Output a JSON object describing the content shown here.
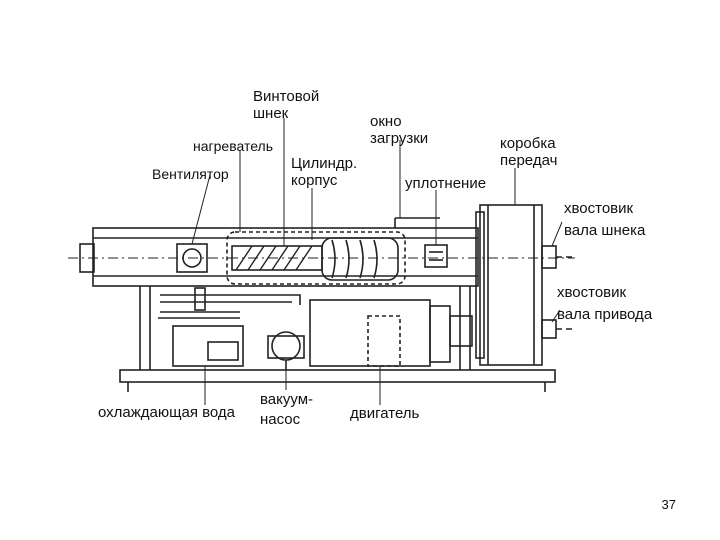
{
  "labels": {
    "screw": [
      "Винтовой",
      "шнек"
    ],
    "heater": "нагреватель",
    "window": [
      "окно",
      "загрузки"
    ],
    "gearbox": [
      "коробка",
      "передач"
    ],
    "fan": "Вентилятор",
    "cylinder": [
      "Цилиндр.",
      "корпус"
    ],
    "seal": "уплотнение",
    "screw_shank": [
      "хвостовик",
      "вала шнека"
    ],
    "drive_shank": [
      "хвостовик",
      "вала привода"
    ],
    "cooling_water": "охлаждающая вода",
    "vacuum_pump": [
      "вакуум-",
      "насос"
    ],
    "motor": "двигатель"
  },
  "page_number": "37"
}
